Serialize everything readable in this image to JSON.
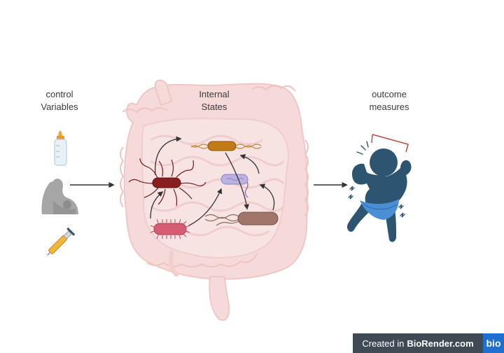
{
  "labels": {
    "control": [
      "control",
      "Variables"
    ],
    "internal": [
      "Internal",
      "States"
    ],
    "outcome": [
      "outcome",
      "measures"
    ]
  },
  "control_icons": [
    "baby-bottle-icon",
    "mother-holding-baby-icon",
    "syringe-icon"
  ],
  "internal_elements": [
    "intestine-icon",
    "bacterium-red-flagellated-icon",
    "bacterium-orange-icon",
    "bacterium-purple-icon",
    "bacterium-brown-icon",
    "bacterium-pink-icon"
  ],
  "outcome_icons": [
    "crying-infant-icon"
  ],
  "badge": {
    "prefix": "Created in",
    "brand": "BioRender.com",
    "logo": "bio"
  },
  "colors": {
    "intestine": "#f5d7d7",
    "infant": "#2d5572",
    "diaper": "#4a8fd6",
    "bracket": "#b84a4a",
    "arrow": "#333333"
  }
}
